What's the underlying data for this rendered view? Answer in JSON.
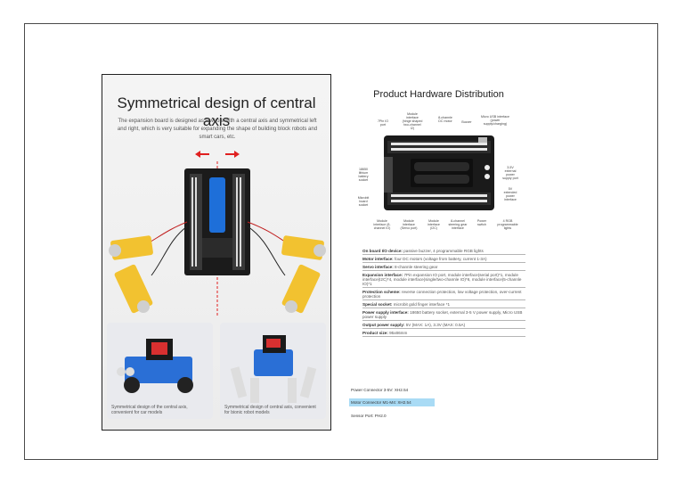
{
  "poster": {
    "title": "Symmetrical design of central axis",
    "description": "The expansion board is designed as a whole with a central axis and symmetrical left and right, which is very suitable for expanding the shape of building block robots and smart cars, etc.",
    "panels": [
      {
        "caption": "Symmetrical design of the central axis, convenient for car models"
      },
      {
        "caption": "Symmetrical design of central axis, convenient for bionic robot models"
      }
    ]
  },
  "hardware": {
    "title": "Product Hardware Distribution",
    "annotations": {
      "top": [
        "7Pin IO port",
        "Module interface (hinge shaped two-channel I2)",
        "8-channle DC motor",
        "Buzzer",
        "Micro USB interface (power supply/charging)"
      ],
      "left": [
        "18650 lithium battery socket",
        "Microbit board socket"
      ],
      "right": [
        "3-5V external power supply port",
        "5V extended power interface"
      ],
      "bottom": [
        "Module interface (8-channel IO)",
        "Module interface (Servo port)",
        "Module interface (I2C)",
        "8-channel steering gear interface",
        "Power switch",
        "4 RGB programmable lights"
      ]
    },
    "specs": [
      {
        "label": "On board I/O device:",
        "value": " passive buzzer, 4 programmable RGB lights"
      },
      {
        "label": "Motor interface:",
        "value": " four DC motors (voltage from battery, current 1-3A)"
      },
      {
        "label": "Servo interface:",
        "value": " 8-channle steering gear"
      },
      {
        "label": "Expansion interface:",
        "value": " 7Pin expansion IO port, module interface(serial port)*1, module interface(I2C)*4, module interface(single/two-channle IO)*6, module interface(5-channle IO)*1"
      },
      {
        "label": "Protection scheme:",
        "value": " reverse connection protection, low voltage protection, over-current protection"
      },
      {
        "label": "Special socket:",
        "value": " microbit gold finger interface *1"
      },
      {
        "label": "Power supply interface:",
        "value": " 18650 battery socket, external 3-5 V power supply, Micro USB power supply"
      },
      {
        "label": "Output power supply:",
        "value": " 5V (MAX: 1A), 3.3V (MAX: 0.5A)"
      },
      {
        "label": "Product size:",
        "value": " 95x86mm"
      }
    ]
  },
  "notes": [
    {
      "text": "Power Connector 3-5V: XH2.54",
      "highlighted": false
    },
    {
      "text": "Motor Connector M1-M4: XH2.54",
      "highlighted": true
    },
    {
      "text": "Sensor Port: PH2.0",
      "highlighted": false
    }
  ],
  "colors": {
    "highlight": "#a9dbf5",
    "arrow": "#e02020",
    "board": "#1a1a1a",
    "motor": "#f2c230",
    "lego": "#2a6fd6"
  }
}
